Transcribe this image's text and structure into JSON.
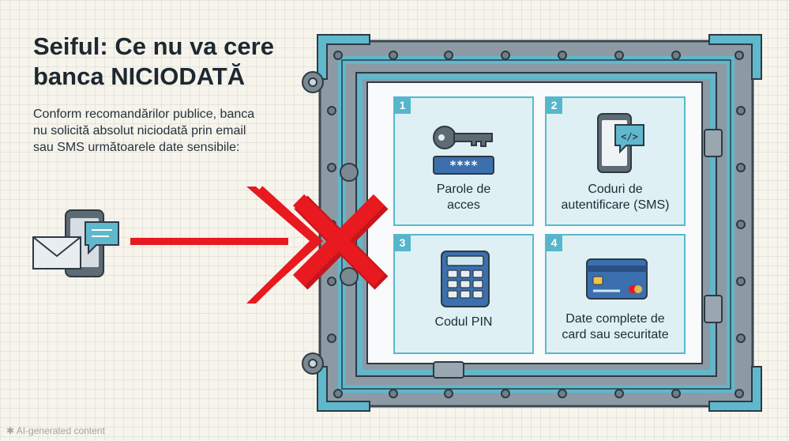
{
  "title": {
    "line1": "Seiful: Ce nu va cere",
    "line2": "banca NICIODATĂ"
  },
  "intro": {
    "line1": "Conform recomandărilor publice, banca",
    "line2": "nu solicită absolut niciodată prin email",
    "line3": "sau SMS următoarele date sensibile:"
  },
  "cards": [
    {
      "number": "1",
      "icon": "key-icon",
      "line1": "Parole de",
      "line2": "acces",
      "mask": "****"
    },
    {
      "number": "2",
      "icon": "phone-code-icon",
      "line1": "Coduri de",
      "line2": "autentificare (SMS)"
    },
    {
      "number": "3",
      "icon": "calculator-keypad-icon",
      "line1": "Codul PIN"
    },
    {
      "number": "4",
      "icon": "credit-card-icon",
      "line1": "Date complete de",
      "line2": "card sau securitate"
    }
  ],
  "source_icons": [
    "envelope-icon",
    "smartphone-icon",
    "chat-bubble-icon"
  ],
  "blocked_icon": "red-x-icon",
  "footer": "AI-generated content",
  "colors": {
    "accent": "#56b6cb",
    "card_fill": "#dff0f4",
    "danger": "#e8191f",
    "steel": "#8d9aa4",
    "background": "#f7f4ec"
  }
}
